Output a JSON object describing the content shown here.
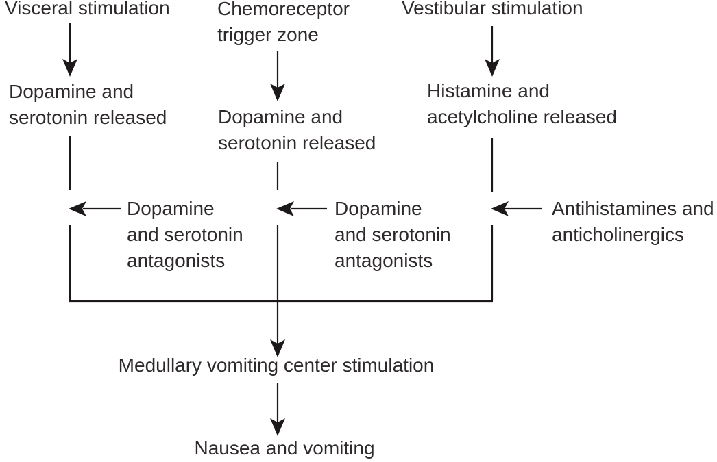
{
  "colors": {
    "line": "#1d191a",
    "text": "#2e2a2b",
    "background": "#ffffff"
  },
  "diagram": {
    "nodes": {
      "visceral_stimulation": "Visceral stimulation",
      "chemoreceptor_trigger_zone": "Chemoreceptor\ntrigger zone",
      "vestibular_stimulation": "Vestibular stimulation",
      "dopamine_serotonin_released_left": "Dopamine and\nserotonin released",
      "dopamine_serotonin_released_center": "Dopamine and\nserotonin released",
      "histamine_acetylcholine_released": "Histamine and\nacetylcholine released",
      "dopamine_serotonin_antagonists_left": "Dopamine\nand serotonin\nantagonists",
      "dopamine_serotonin_antagonists_center": "Dopamine\nand serotonin\nantagonists",
      "antihistamines_anticholinergics": "Antihistamines and\nanticholinergics",
      "medullary_vomiting_center": "Medullary vomiting center stimulation",
      "nausea_and_vomiting": "Nausea and vomiting"
    },
    "edges": [
      {
        "from": "visceral_stimulation",
        "to": "dopamine_serotonin_released_left",
        "type": "stimulates"
      },
      {
        "from": "chemoreceptor_trigger_zone",
        "to": "dopamine_serotonin_released_center",
        "type": "stimulates"
      },
      {
        "from": "vestibular_stimulation",
        "to": "histamine_acetylcholine_released",
        "type": "stimulates"
      },
      {
        "from": "dopamine_serotonin_antagonists_left",
        "to": "dopamine_serotonin_released_left",
        "type": "inhibits"
      },
      {
        "from": "dopamine_serotonin_antagonists_center",
        "to": "dopamine_serotonin_released_center",
        "type": "inhibits"
      },
      {
        "from": "antihistamines_anticholinergics",
        "to": "histamine_acetylcholine_released",
        "type": "inhibits"
      },
      {
        "from": "dopamine_serotonin_released_left",
        "to": "medullary_vomiting_center",
        "type": "converges"
      },
      {
        "from": "dopamine_serotonin_released_center",
        "to": "medullary_vomiting_center",
        "type": "converges"
      },
      {
        "from": "histamine_acetylcholine_released",
        "to": "medullary_vomiting_center",
        "type": "converges"
      },
      {
        "from": "medullary_vomiting_center",
        "to": "nausea_and_vomiting",
        "type": "leads_to"
      }
    ]
  }
}
